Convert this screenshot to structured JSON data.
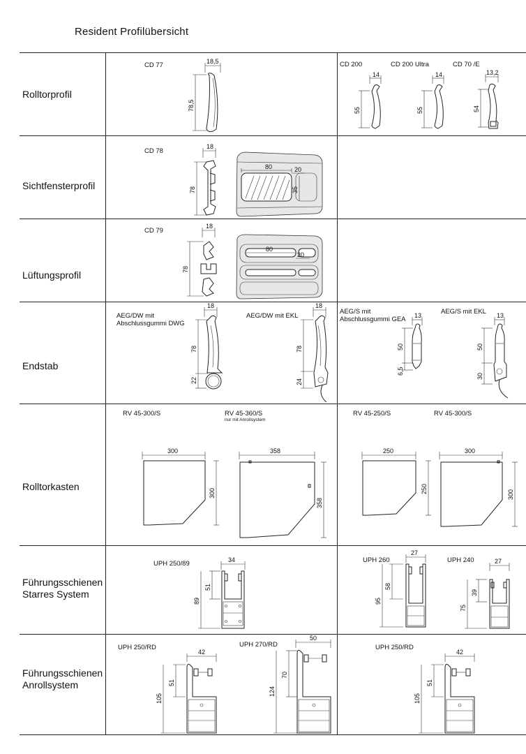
{
  "title": "Resident Profilübersicht",
  "rows": [
    {
      "label": "Rolltorprofil"
    },
    {
      "label": "Sichtfensterprofil"
    },
    {
      "label": "Lüftungsprofil"
    },
    {
      "label": "Endstab"
    },
    {
      "label": "Rolltorkasten"
    },
    {
      "label": "Führungsschienen\nStarres System"
    },
    {
      "label": "Führungsschienen\nAnrollsystem"
    }
  ],
  "rolltorprofil": {
    "cd77": {
      "name": "CD 77",
      "width": "18,5",
      "height": "78,5"
    },
    "cd200": {
      "name": "CD 200",
      "width": "14",
      "height": "55"
    },
    "cd200u": {
      "name": "CD 200 Ultra",
      "width": "14",
      "height": "55"
    },
    "cd70e": {
      "name": "CD 70 /E",
      "width": "13,2",
      "height": "54"
    }
  },
  "sichtfenster": {
    "name": "CD 78",
    "width": "18",
    "height": "78",
    "win_w": "80",
    "gap": "20",
    "win_h": "35"
  },
  "lueftung": {
    "name": "CD 79",
    "width": "18",
    "height": "78",
    "slot_w": "80",
    "gap": "20"
  },
  "endstab": {
    "a": {
      "name1": "AEG/DW mit",
      "name2": "Abschlussgummi DWG",
      "width": "18",
      "h1": "78",
      "h2": "22"
    },
    "b": {
      "name": "AEG/DW mit EKL",
      "width": "18",
      "h1": "78",
      "h2": "24"
    },
    "c": {
      "name1": "AEG/S mit",
      "name2": "Abschlussgummi GEA",
      "width": "13",
      "h1": "50",
      "h2": "6,5"
    },
    "d": {
      "name": "AEG/S mit EKL",
      "width": "13",
      "h1": "50",
      "h2": "30"
    }
  },
  "kasten": {
    "a": {
      "name": "RV 45-300/S",
      "w": "300",
      "h": "300"
    },
    "b": {
      "name": "RV 45-360/S",
      "note": "nur mit Anrollsystem",
      "w": "358",
      "h": "358"
    },
    "c": {
      "name": "RV 45-250/S",
      "w": "250",
      "h": "250"
    },
    "d": {
      "name": "RV 45-300/S",
      "w": "300",
      "h": "300"
    }
  },
  "starr": {
    "a": {
      "name": "UPH 250/89",
      "w": "34",
      "h1": "51",
      "h2": "89"
    },
    "b": {
      "name": "UPH 260",
      "w": "27",
      "h1": "58",
      "h2": "95"
    },
    "c": {
      "name": "UPH 240",
      "w": "27",
      "h1": "39",
      "h2": "75"
    }
  },
  "anroll": {
    "a": {
      "name": "UPH 250/RD",
      "w": "42",
      "h1": "51",
      "h2": "105"
    },
    "b": {
      "name": "UPH 270/RD",
      "w": "50",
      "h1": "70",
      "h2": "124"
    },
    "c": {
      "name": "UPH 250/RD",
      "w": "42",
      "h1": "51",
      "h2": "105"
    }
  }
}
